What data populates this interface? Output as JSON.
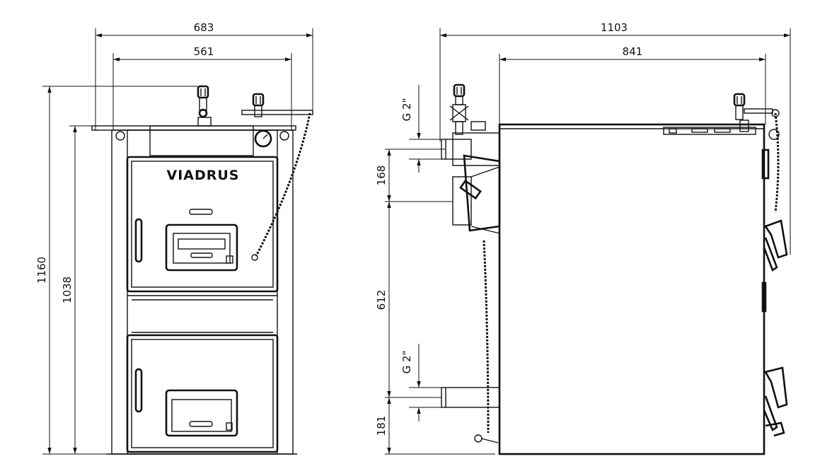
{
  "front_view": {
    "dim_width_overall": "683",
    "dim_width_inner": "561",
    "dim_height_overall": "1160",
    "dim_height_body": "1038",
    "brand_logo": "VIADRUS"
  },
  "side_view": {
    "dim_depth_overall": "1103",
    "dim_depth_body": "841",
    "dim_outlet_thread": "G 2\"",
    "dim_outlet_spacing": "168",
    "dim_inlet_to_outlet": "612",
    "dim_inlet_thread": "G 2\"",
    "dim_inlet_height": "181"
  }
}
